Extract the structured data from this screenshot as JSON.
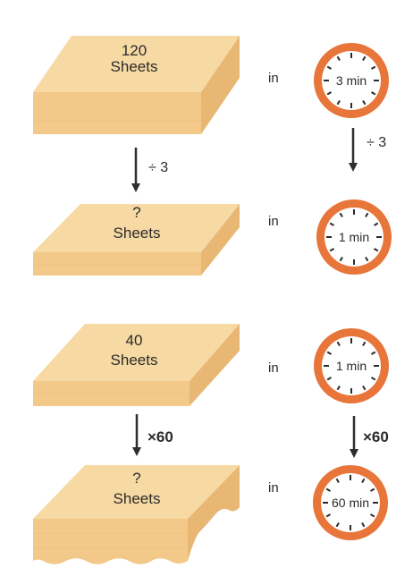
{
  "colors": {
    "paper_top": "#f7d9a3",
    "paper_front": "#f3c98a",
    "paper_side": "#e9b774",
    "paper_edge": "#efc27f",
    "clock_ring": "#e8753a",
    "clock_face": "#ffffff",
    "arrow": "#2e2e2e"
  },
  "top_section": {
    "stack1": {
      "line1": "120",
      "line2": "Sheets"
    },
    "stack2": {
      "line1": "?",
      "line2": "Sheets"
    },
    "in1": "in",
    "in2": "in",
    "clock1": "3 min",
    "clock2": "1 min",
    "op_left": "÷ 3",
    "op_right": "÷ 3"
  },
  "bottom_section": {
    "stack1": {
      "line1": "40",
      "line2": "Sheets"
    },
    "stack2": {
      "line1": "?",
      "line2": "Sheets"
    },
    "in1": "in",
    "in2": "in",
    "clock1": "1 min",
    "clock2": "60 min",
    "op_left": "×60",
    "op_right": "×60"
  }
}
